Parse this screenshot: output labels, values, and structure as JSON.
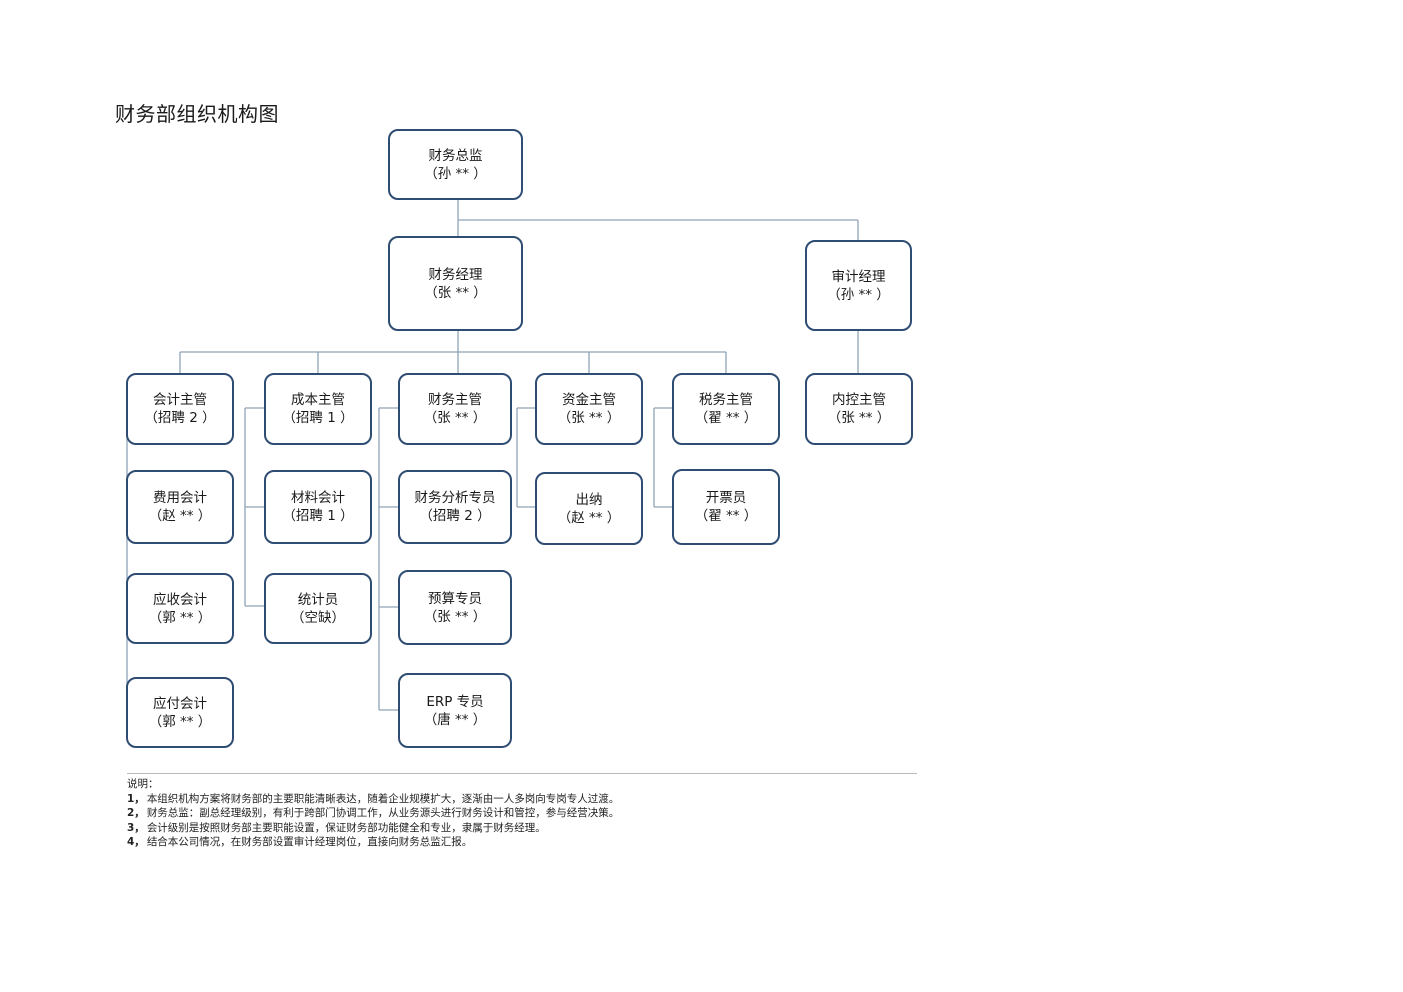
{
  "title": "财务部组织机构图",
  "nodes": {
    "cfo": {
      "title": "财务总监",
      "name": "（孙 ** ）"
    },
    "fin_manager": {
      "title": "财务经理",
      "name": "（张 ** ）"
    },
    "audit_manager": {
      "title": "审计经理",
      "name": "（孙 ** ）"
    },
    "acct_super": {
      "title": "会计主管",
      "name": "（招聘 2 ）"
    },
    "cost_super": {
      "title": "成本主管",
      "name": "（招聘 1 ）"
    },
    "fin_super": {
      "title": "财务主管",
      "name": "（张 ** ）"
    },
    "fund_super": {
      "title": "资金主管",
      "name": "（张 ** ）"
    },
    "tax_super": {
      "title": "税务主管",
      "name": "（翟 ** ）"
    },
    "ic_super": {
      "title": "内控主管",
      "name": "（张 ** ）"
    },
    "expense_acct": {
      "title": "费用会计",
      "name": "（赵 ** ）"
    },
    "ar_acct": {
      "title": "应收会计",
      "name": "（郭 ** ）"
    },
    "ap_acct": {
      "title": "应付会计",
      "name": "（郭 ** ）"
    },
    "material_acct": {
      "title": "材料会计",
      "name": "（招聘 1 ）"
    },
    "statistician": {
      "title": "统计员",
      "name": "（空缺）"
    },
    "analyst": {
      "title": "财务分析专员",
      "name": "（招聘 2 ）"
    },
    "budget": {
      "title": "预算专员",
      "name": "（张 ** ）"
    },
    "erp": {
      "title": "ERP 专员",
      "name": "（唐 ** ）"
    },
    "cashier": {
      "title": "出纳",
      "name": "（赵 ** ）"
    },
    "invoicer": {
      "title": "开票员",
      "name": "（翟 ** ）"
    }
  },
  "notes": {
    "heading": "说明：",
    "items": [
      {
        "num": "1，",
        "text": "本组织机构方案将财务部的主要职能清晰表达，随着企业规模扩大，逐渐由一人多岗向专岗专人过渡。"
      },
      {
        "num": "2，",
        "text": "财务总监：副总经理级别，有利于跨部门协调工作，从业务源头进行财务设计和管控，参与经营决策。"
      },
      {
        "num": "3，",
        "text": "会计级别是按照财务部主要职能设置，保证财务部功能健全和专业，隶属于财务经理。"
      },
      {
        "num": "4，",
        "text": "结合本公司情况，在财务部设置审计经理岗位，直接向财务总监汇报。"
      }
    ]
  },
  "colors": {
    "box_border": "#2f4d73",
    "connector": "#8fa3b8"
  }
}
